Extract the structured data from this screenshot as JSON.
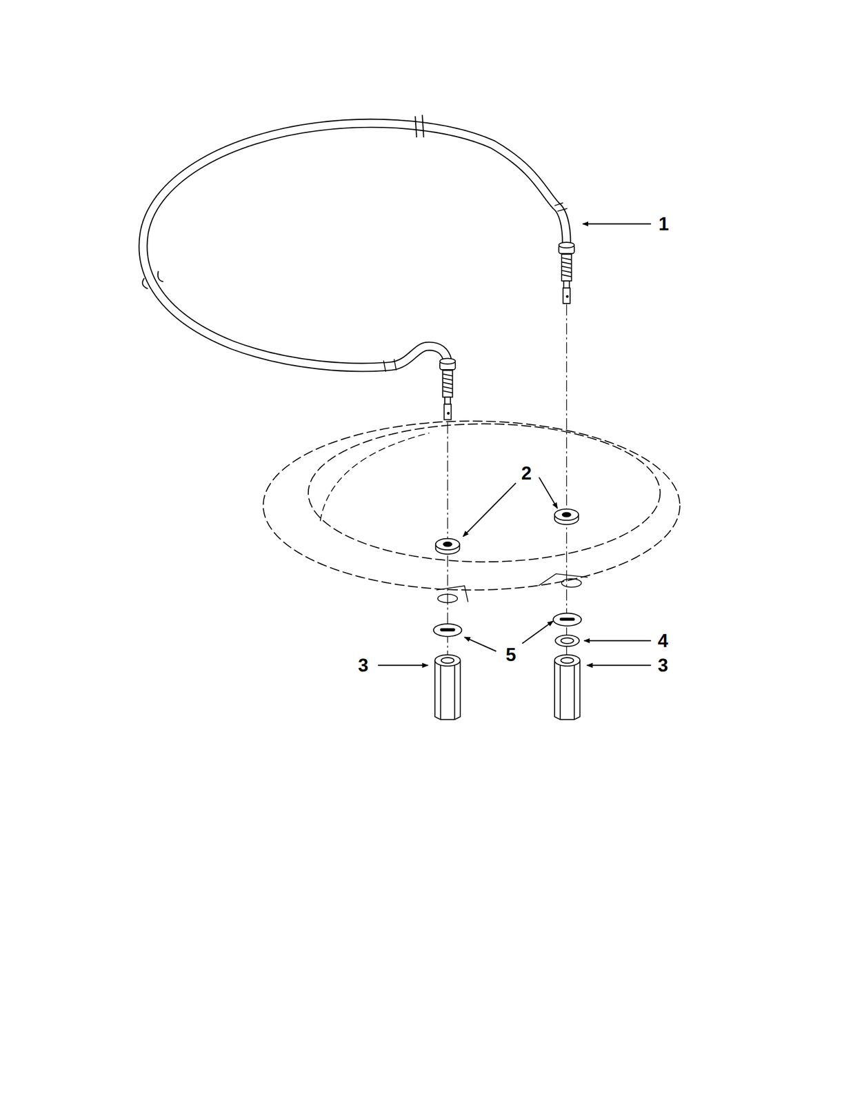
{
  "diagram": {
    "labels": [
      "1",
      "2",
      "4",
      "5",
      "3",
      "3"
    ]
  }
}
